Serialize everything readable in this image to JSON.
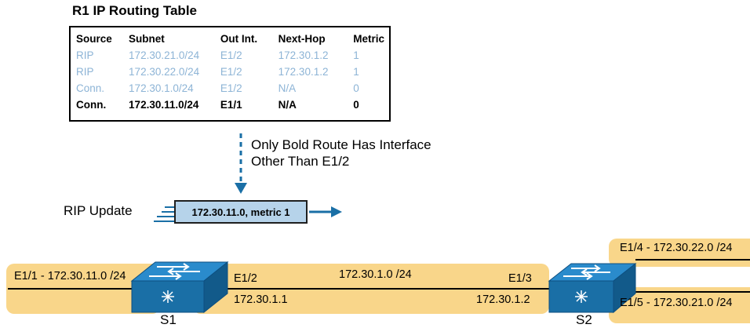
{
  "table": {
    "title": "R1 IP Routing Table",
    "headers": [
      "Source",
      "Subnet",
      "Out Int.",
      "Next-Hop",
      "Metric"
    ],
    "rows": [
      [
        "RIP",
        "172.30.21.0/24",
        "E1/2",
        "172.30.1.2",
        "1"
      ],
      [
        "RIP",
        "172.30.22.0/24",
        "E1/2",
        "172.30.1.2",
        "1"
      ],
      [
        "Conn.",
        "172.30.1.0/24",
        "E1/2",
        "N/A",
        "0"
      ],
      [
        "Conn.",
        "172.30.11.0/24",
        "E1/1",
        "N/A",
        "0"
      ]
    ]
  },
  "note": {
    "line1": "Only Bold Route Has Interface",
    "line2": "Other Than E1/2"
  },
  "update": {
    "label": "RIP Update",
    "content": "172.30.11.0, metric 1"
  },
  "network": {
    "left_subnet": "E1/1 - 172.30.11.0 /24",
    "mid_subnet": "172.30.1.0 /24",
    "s1_int": "E1/2",
    "s1_ip": "172.30.1.1",
    "s2_int": "E1/3",
    "s2_ip": "172.30.1.2",
    "right_top": "E1/4 - 172.30.22.0 /24",
    "right_bottom": "E1/5 - 172.30.21.0 /24",
    "s1_name": "S1",
    "s2_name": "S2"
  },
  "colors": {
    "lan": "#f9d68a",
    "blue": "#1a6fa6",
    "faded_text": "#8db4d6",
    "update_box": "#b6d3ea"
  }
}
